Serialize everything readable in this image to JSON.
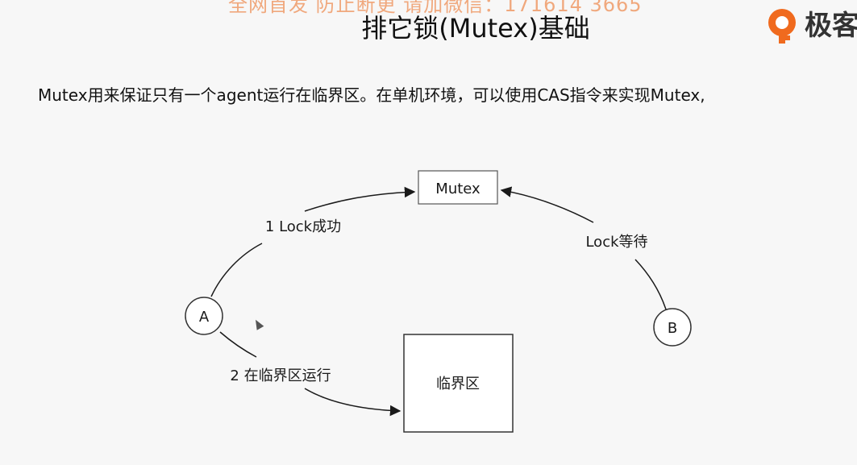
{
  "watermark": "全网首发 防止断更 请加微信：171614 3665",
  "logo": {
    "text": "极客",
    "icon": "geekbang-logo-icon",
    "color": "#f06a1e"
  },
  "title": "排它锁(Mutex)基础",
  "intro": "Mutex用来保证只有一个agent运行在临界区。在单机环境，可以使用CAS指令来实现Mutex,",
  "diagram": {
    "mutex_box": "Mutex",
    "critical_box": "临界区",
    "node_a": "A",
    "node_b": "B",
    "edge_lock_success": "1 Lock成功",
    "edge_run_critical": "2 在临界区运行",
    "edge_lock_wait": "Lock等待"
  }
}
